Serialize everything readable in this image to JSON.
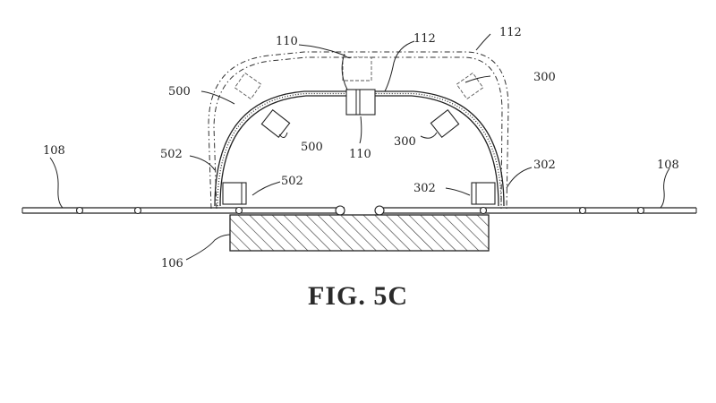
{
  "figure": {
    "caption": "FIG. 5C",
    "labels": {
      "l110_top": "110",
      "l112_mid": "112",
      "l112_right": "112",
      "l500_top": "500",
      "l300_top": "300",
      "l500_mid": "500",
      "l110_mid": "110",
      "l300_mid": "300",
      "l108_left": "108",
      "l502_left": "502",
      "l502_mid": "502",
      "l302_right": "302",
      "l302_mid": "302",
      "l108_right": "108",
      "l106": "106"
    }
  }
}
